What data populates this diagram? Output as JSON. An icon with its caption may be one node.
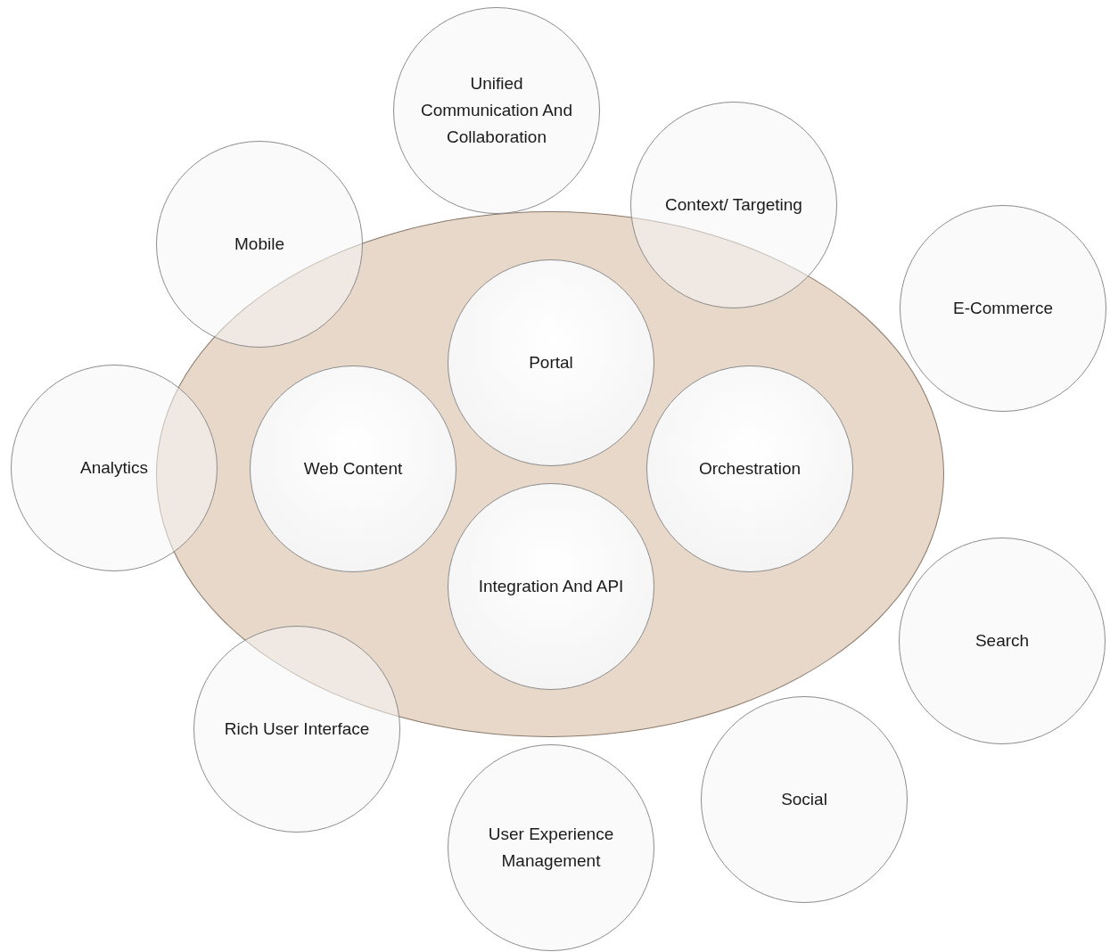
{
  "diagram": {
    "nodes": [
      {
        "text": [
          "Unified Communication And Collaboration"
        ]
      },
      {
        "text": [
          "Context/ Targeting"
        ]
      },
      {
        "text": [
          "Mobile"
        ]
      },
      {
        "text": [
          "E-Commerce"
        ]
      },
      {
        "text": [],
        "shape": "ellipse"
      },
      {
        "text": [
          "Portal"
        ],
        "in": 4
      },
      {
        "text": [
          "Web Content"
        ],
        "in": 4
      },
      {
        "text": [
          "Orchestration"
        ],
        "in": 4
      },
      {
        "text": [
          "Integration And API"
        ],
        "in": 4
      },
      {
        "text": [
          "Analytics"
        ]
      },
      {
        "text": [
          "Search"
        ]
      },
      {
        "text": [
          "Rich User Interface"
        ]
      },
      {
        "text": [
          "Social"
        ]
      },
      {
        "text": [
          "User Experience Management"
        ]
      }
    ]
  }
}
